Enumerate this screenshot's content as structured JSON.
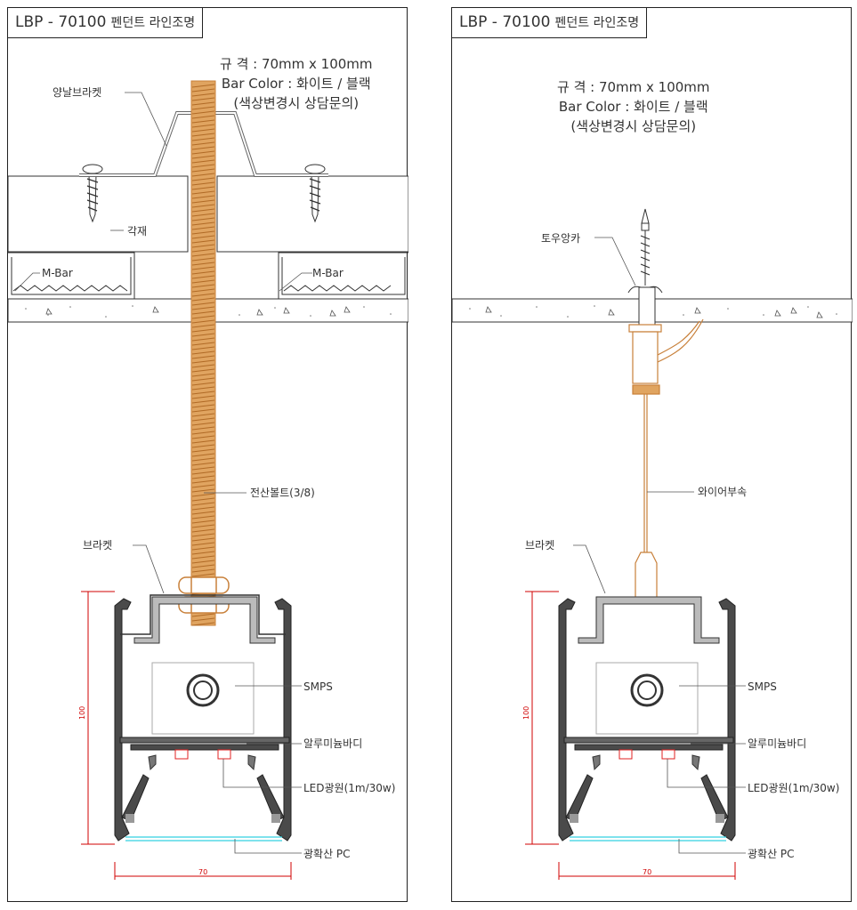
{
  "left": {
    "title": {
      "model": "LBP - 70100",
      "type": "펜던트 라인조명"
    },
    "spec": {
      "size": "규      격 : 70mm x 100mm",
      "color": "Bar Color : 화이트 / 블랙",
      "note": "(색상변경시 상담문의)"
    },
    "labels": {
      "bracket_top": "양날브라켓",
      "wood": "각재",
      "mbar_left": "M-Bar",
      "mbar_right": "M-Bar",
      "bolt": "전산볼트(3/8)",
      "bracket": "브라켓",
      "smps": "SMPS",
      "body": "알루미늄바디",
      "led": "LED광원(1m/30w)",
      "pc": "광확산 PC"
    },
    "dims": {
      "height": "100",
      "width": "70"
    }
  },
  "right": {
    "title": {
      "model": "LBP - 70100",
      "type": "펜던트 라인조명"
    },
    "spec": {
      "size": "규      격 : 70mm x 100mm",
      "color": "Bar Color : 화이트 / 블랙",
      "note": "(색상변경시 상담문의)"
    },
    "labels": {
      "anchor": "토우앙카",
      "wire": "와이어부속",
      "bracket": "브라켓",
      "smps": "SMPS",
      "body": "알루미늄바디",
      "led": "LED광원(1m/30w)",
      "pc": "광확산 PC"
    },
    "dims": {
      "height": "100",
      "width": "70"
    }
  },
  "colors": {
    "line": "#333333",
    "bolt": "#c8803a",
    "dimension": "#d00000",
    "diffuser": "#33d0e0",
    "profile": "#4a4a4a",
    "led": "#e02020"
  }
}
